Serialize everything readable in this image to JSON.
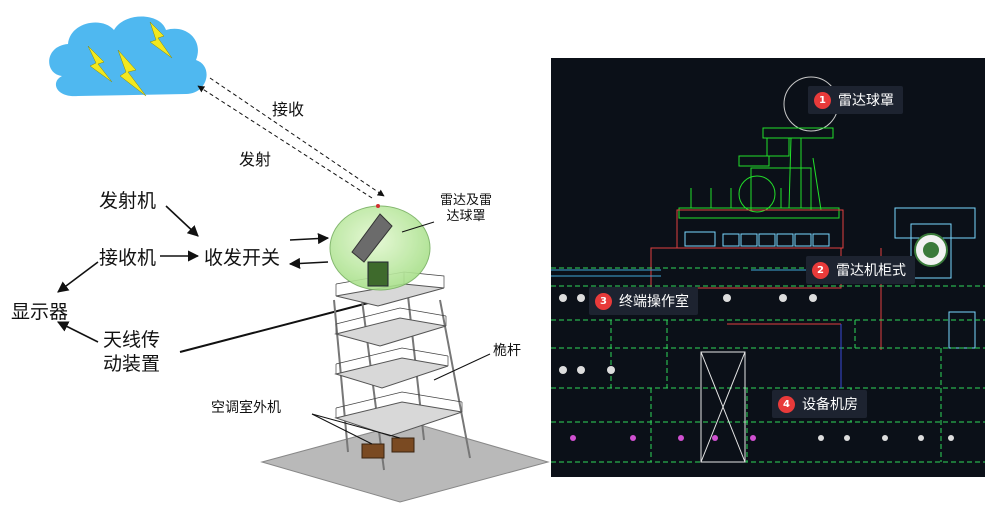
{
  "left_diagram": {
    "labels": {
      "receive": "接收",
      "transmit": "发射",
      "transmitter": "发射机",
      "receiver": "接收机",
      "tr_switch": "收发开关",
      "display": "显示器",
      "antenna_drive_line1": "天线传",
      "antenna_drive_line2": "动装置",
      "radar_dome_line1": "雷达及雷",
      "radar_dome_line2": "达球罩",
      "mast": "桅杆",
      "ac_outdoor": "空调室外机"
    },
    "colors": {
      "cloud": "#4fb8f0",
      "lightning": "#f2e81e",
      "dome": "#c9efb0",
      "platform": "#b5b5b5"
    }
  },
  "right_drawing": {
    "callouts": [
      {
        "number": "1",
        "label": "雷达球罩"
      },
      {
        "number": "2",
        "label": "雷达机柜式"
      },
      {
        "number": "3",
        "label": "终端操作室"
      },
      {
        "number": "4",
        "label": "设备机房"
      }
    ],
    "colors": {
      "background": "#0b1018",
      "superstructure": "#22e02a",
      "hull": "#2fd85a",
      "outline": "#7ad7ff",
      "accent": "#e04040",
      "badge": "#e83a3a"
    }
  }
}
